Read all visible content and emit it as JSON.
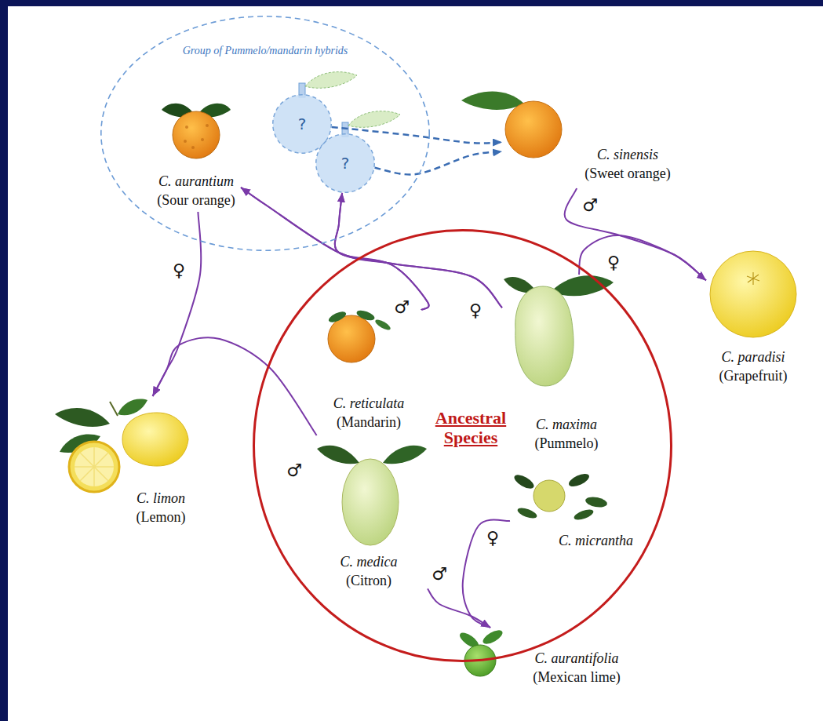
{
  "diagram": {
    "nodes": [
      {
        "text": [
          "Group of Pummelo/mandarin hybrids"
        ]
      },
      {
        "text": [
          "C. aurantium",
          "(Sour orange)"
        ],
        "in": 0
      },
      {
        "text": [
          "?"
        ],
        "in": 0
      },
      {
        "text": [
          "?"
        ],
        "in": 0
      },
      {
        "text": [
          "C. sinensis",
          "(Sweet orange)"
        ]
      },
      {
        "text": [
          "Ancestral Species"
        ]
      },
      {
        "text": [
          "C. reticulata",
          "(Mandarin)"
        ],
        "in": 5
      },
      {
        "text": [
          "C. maxima",
          "(Pummelo)"
        ],
        "in": 5
      },
      {
        "text": [
          "C. medica",
          "(Citron)"
        ],
        "in": 5
      },
      {
        "text": [
          "C. micrantha"
        ],
        "in": 5
      },
      {
        "text": [
          "C. paradisi",
          "(Grapefruit)"
        ]
      },
      {
        "text": [
          "C. limon",
          "(Lemon)"
        ]
      },
      {
        "text": [
          "C. aurantifolia",
          "(Mexican lime)"
        ]
      }
    ],
    "edges": [
      {
        "from": 6,
        "to": 1,
        "arrow": "to"
      },
      {
        "from": 7,
        "to": 1,
        "arrow": "to"
      },
      {
        "from": 6,
        "to": 3,
        "arrow": "to"
      },
      {
        "from": 7,
        "to": 3,
        "arrow": "to"
      },
      {
        "from": 2,
        "to": 4,
        "arrow": "to"
      },
      {
        "from": 3,
        "to": 4,
        "arrow": "to"
      },
      {
        "from": 4,
        "to": 10,
        "arrow": "to"
      },
      {
        "from": 7,
        "to": 10,
        "arrow": "to"
      },
      {
        "from": 1,
        "to": 11,
        "arrow": "to"
      },
      {
        "from": 8,
        "to": 11,
        "arrow": "to"
      },
      {
        "from": 9,
        "to": 12,
        "arrow": "to"
      },
      {
        "from": 8,
        "to": 12,
        "arrow": "to"
      }
    ],
    "labels": [
      "♂",
      "♀",
      "♂",
      "♀",
      "♀",
      "♂",
      "♀",
      "♂"
    ]
  }
}
